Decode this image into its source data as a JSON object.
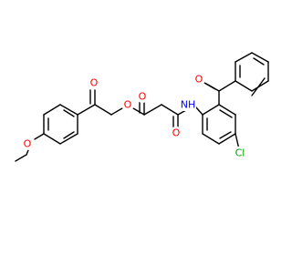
{
  "colors": {
    "bond": "#000000",
    "oxygen": "#ff0000",
    "nitrogen": "#0000ff",
    "chlorine": "#00a000",
    "background": "#ffffff"
  },
  "atoms": {
    "o_carbonyl_left": "O",
    "o_ester_link": "O",
    "o_ester_carbonyl": "O",
    "o_amide": "O",
    "nh": "NH",
    "o_ketone": "O",
    "o_methoxy": "O",
    "cl": "Cl"
  }
}
